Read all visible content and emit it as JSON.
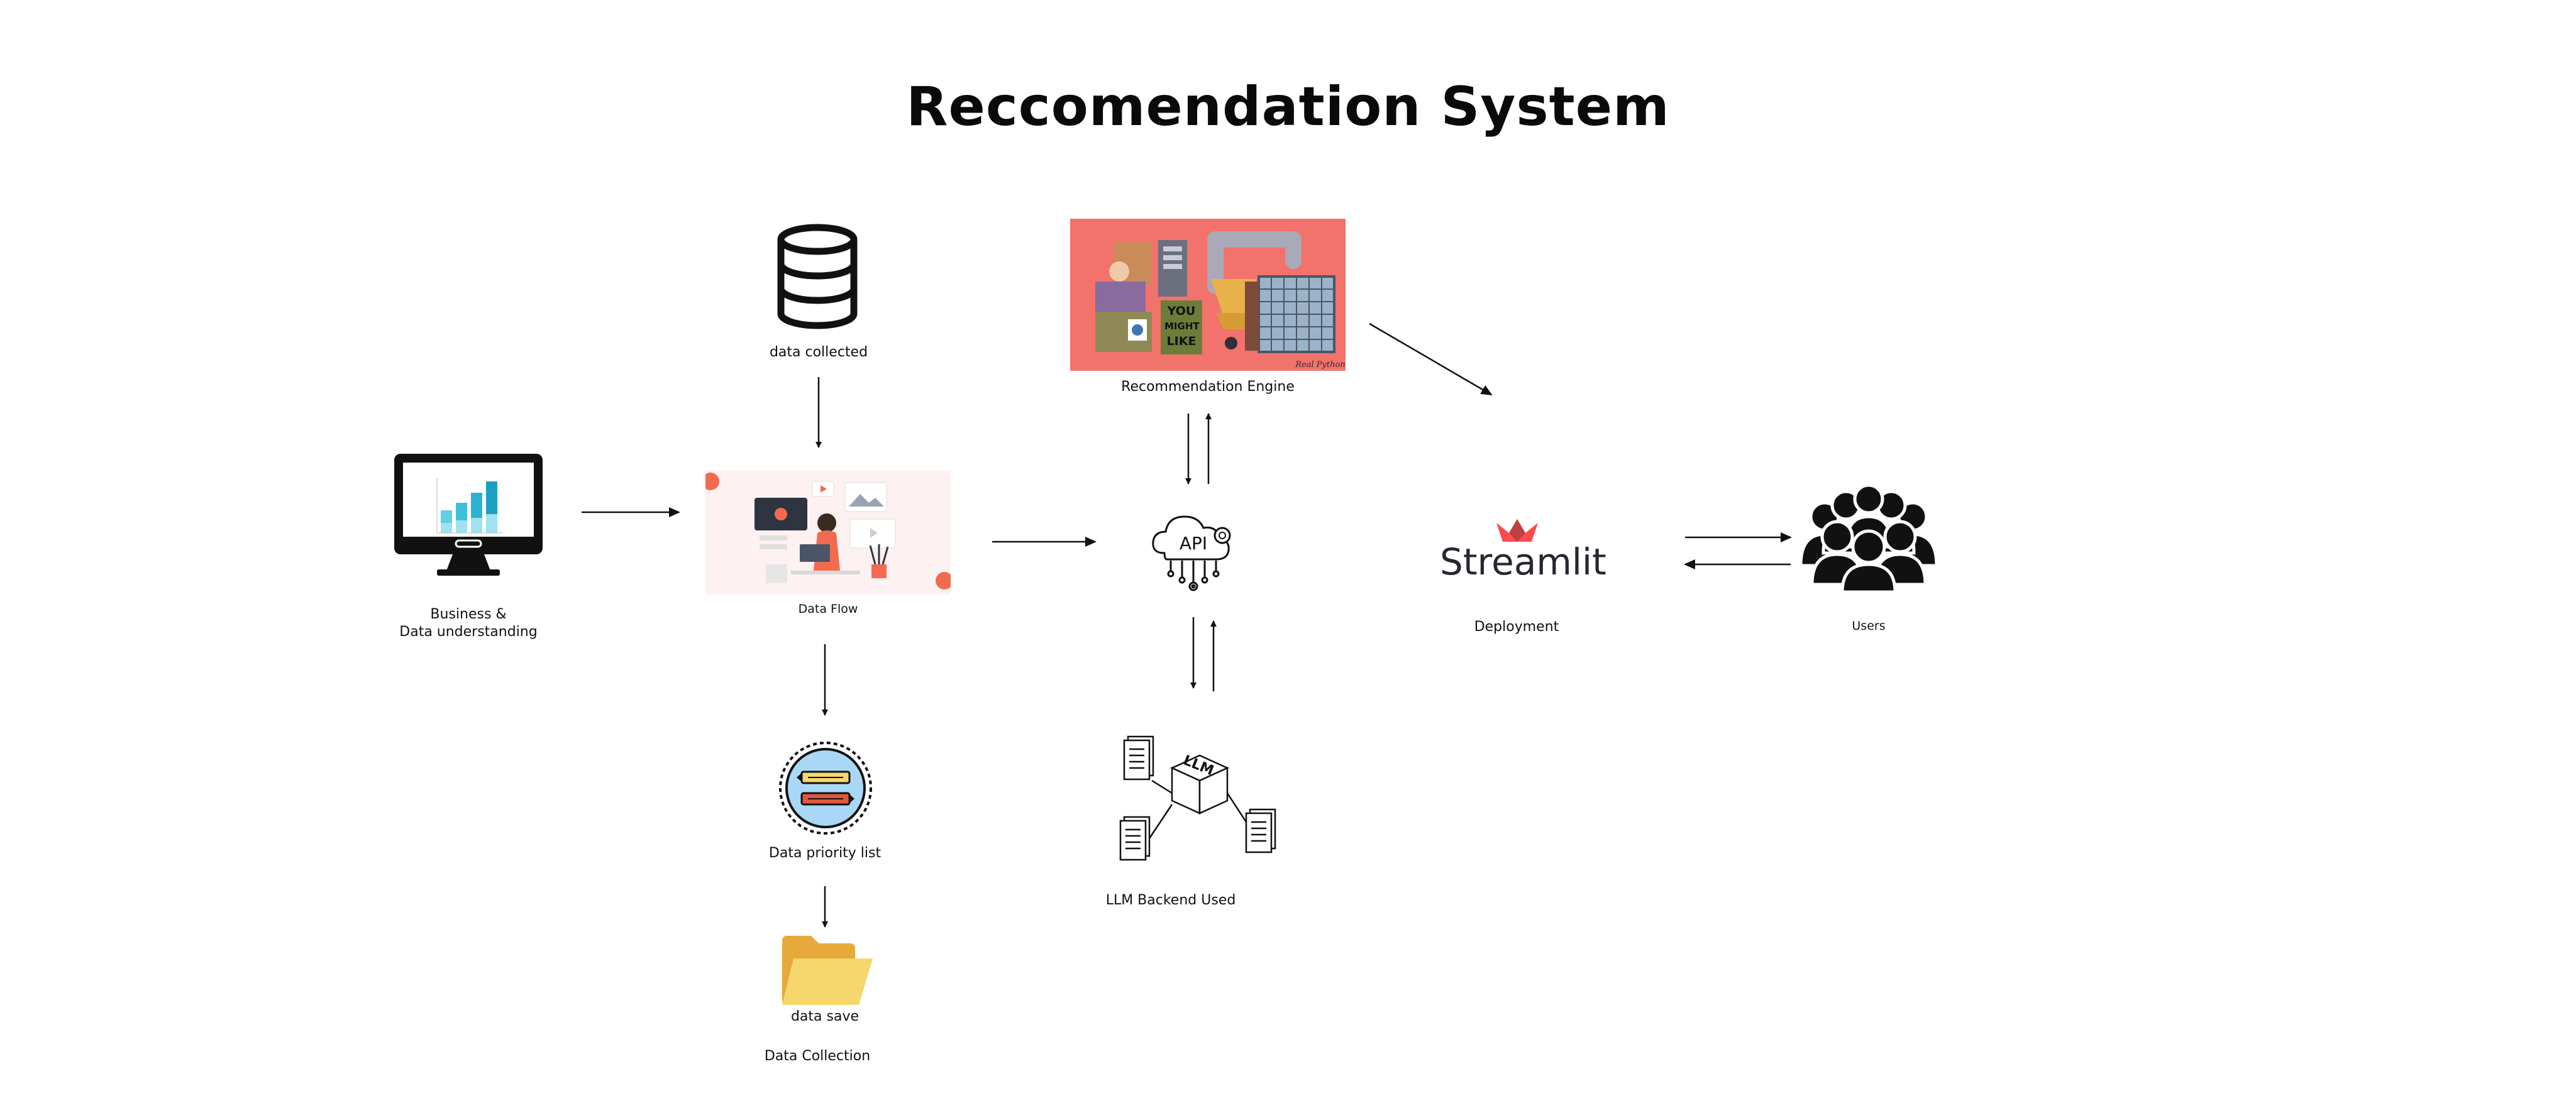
{
  "title": "Reccomendation System",
  "nodes": {
    "business": {
      "label_line1": "Business &",
      "label_line2": "Data understanding",
      "icon": "monitor-chart-icon"
    },
    "data_collected": {
      "label": "data collected",
      "icon": "database-icon"
    },
    "data_flow": {
      "label": "Data Flow",
      "icon": "data-flow-illustration"
    },
    "data_priority": {
      "label": "Data priority list",
      "icon": "priority-list-icon"
    },
    "data_save": {
      "label": "data save",
      "icon": "folder-icon"
    },
    "data_collection": {
      "label": "Data Collection"
    },
    "recommendation_engine": {
      "label": "Recommendation Engine",
      "icon": "recommendation-engine-illustration",
      "sign_line1": "YOU",
      "sign_line2": "MIGHT",
      "sign_line3": "LIKE",
      "signature": "Real Python"
    },
    "api": {
      "label": "API",
      "icon": "cloud-api-icon"
    },
    "llm": {
      "label": "LLM Backend Used",
      "cube_text": "LLM",
      "icon": "llm-cube-icon"
    },
    "deployment": {
      "logo_text": "Streamlit",
      "label": "Deployment",
      "icon": "streamlit-crown-icon"
    },
    "users": {
      "label": "Users",
      "icon": "users-group-icon"
    }
  },
  "colors": {
    "background": "#ffffff",
    "engine_bg": "#f2726c",
    "streamlit_red": "#ff4b4b",
    "folder_yellow": "#f5d76e",
    "chart_teal": "#2bb3d1"
  }
}
